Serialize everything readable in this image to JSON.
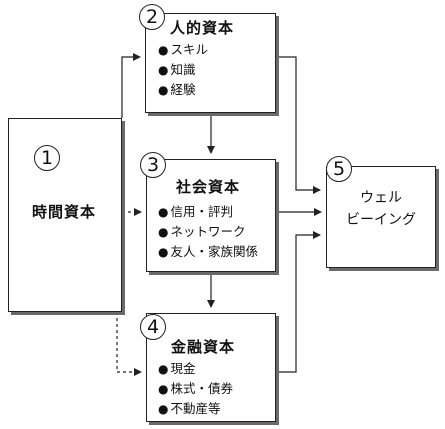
{
  "nodes": {
    "time": {
      "number": "1",
      "title": "時間資本"
    },
    "human": {
      "number": "2",
      "title": "人的資本",
      "items": [
        "スキル",
        "知識",
        "経験"
      ]
    },
    "social": {
      "number": "3",
      "title": "社会資本",
      "items": [
        "信用・評判",
        "ネットワーク",
        "友人・家族関係"
      ]
    },
    "financial": {
      "number": "4",
      "title": "金融資本",
      "items": [
        "現金",
        "株式・債券",
        "不動産等"
      ]
    },
    "wellbeing": {
      "number": "5",
      "lines": [
        "ウェル",
        "ビーイング"
      ]
    }
  }
}
